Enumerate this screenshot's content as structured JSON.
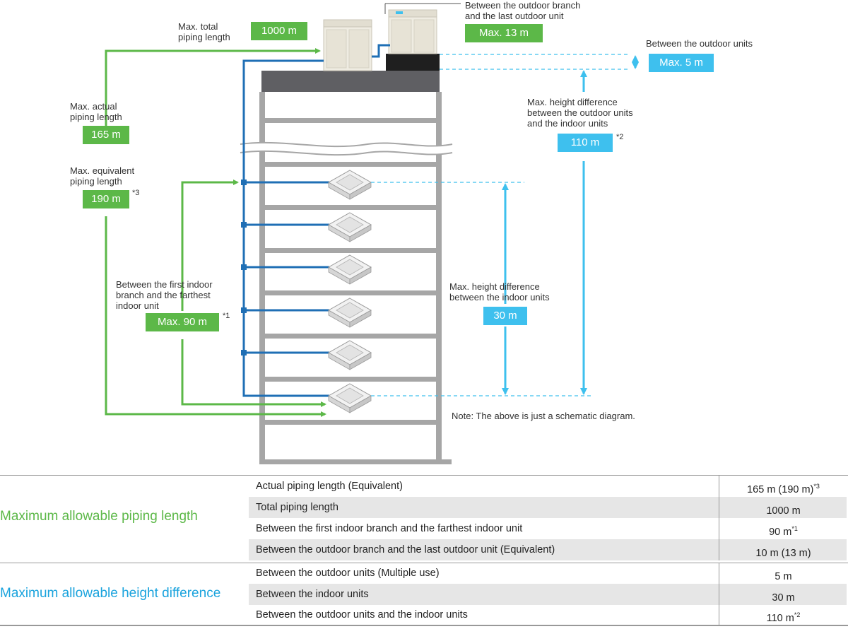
{
  "colors": {
    "green": "#5cb848",
    "blue": "#3ec0ee",
    "pipe": "#1f6fb5",
    "building": "#a6a6a6",
    "roof": "#5f5f63"
  },
  "diagram": {
    "total_piping": {
      "label": "Max. total\npiping length",
      "value": "1000 m"
    },
    "outdoor_branch": {
      "label": "Between the outdoor branch\nand the last outdoor unit",
      "value": "Max. 13 m"
    },
    "outdoor_units": {
      "label": "Between the outdoor units",
      "value": "Max. 5 m"
    },
    "height_outdoor_indoor": {
      "label": "Max. height difference\nbetween the outdoor units\nand the indoor units",
      "value": "110 m",
      "ref": "*2"
    },
    "actual_piping": {
      "label": "Max. actual\npiping length",
      "value": "165 m"
    },
    "equivalent_piping": {
      "label": "Max. equivalent\npiping length",
      "value": "190 m",
      "ref": "*3"
    },
    "first_indoor_branch": {
      "label": "Between the first indoor\nbranch and the farthest\nindoor unit",
      "value": "Max. 90 m",
      "ref": "*1"
    },
    "height_indoor": {
      "label": "Max. height difference\nbetween the indoor units",
      "value": "30 m"
    },
    "note": "Note: The above is just a schematic diagram."
  },
  "table": {
    "piping": {
      "title": "Maximum allowable piping length",
      "rows": [
        {
          "desc": "Actual piping length (Equivalent)",
          "value": "165 m (190 m)",
          "sup": "*3"
        },
        {
          "desc": "Total piping length",
          "value": "1000 m",
          "sup": ""
        },
        {
          "desc": "Between the first indoor branch and the farthest indoor unit",
          "value": "90 m",
          "sup": "*1"
        },
        {
          "desc": "Between the outdoor branch and the last outdoor unit (Equivalent)",
          "value": "10 m (13 m)",
          "sup": ""
        }
      ]
    },
    "height": {
      "title": "Maximum allowable height difference",
      "rows": [
        {
          "desc": "Between the outdoor units (Multiple use)",
          "value": "5 m",
          "sup": ""
        },
        {
          "desc": "Between the indoor units",
          "value": "30 m",
          "sup": ""
        },
        {
          "desc": "Between the outdoor units and the indoor units",
          "value": "110 m",
          "sup": "*2"
        }
      ]
    }
  }
}
